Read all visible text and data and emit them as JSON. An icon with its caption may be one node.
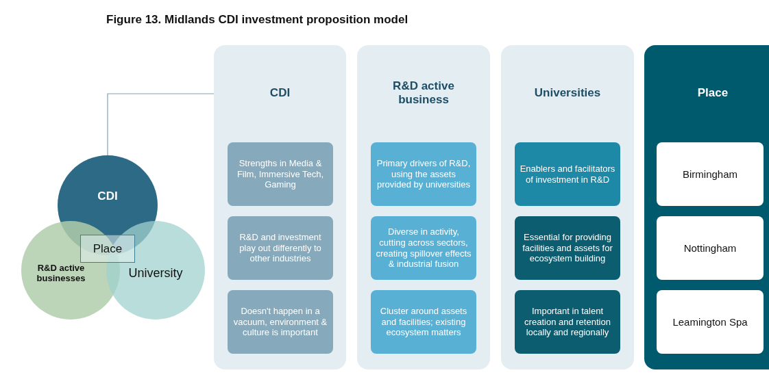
{
  "diagram": {
    "title": "Figure 13. Midlands CDI investment proposition model",
    "nodes": [
      {
        "text": [
          "CDI"
        ]
      },
      {
        "text": [
          "R&D active businesses"
        ]
      },
      {
        "text": [
          "University"
        ]
      },
      {
        "text": [
          "Place"
        ]
      },
      {
        "text": [
          "CDI"
        ]
      },
      {
        "text": [
          "Strengths in Media & Film, Immersive Tech, Gaming"
        ],
        "in": 4
      },
      {
        "text": [
          "R&D and investment play out differently to other industries"
        ],
        "in": 4
      },
      {
        "text": [
          "Doesn't happen in a vacuum, environment & culture is important"
        ],
        "in": 4
      },
      {
        "text": [
          "R&D active business"
        ]
      },
      {
        "text": [
          "Primary drivers of R&D, using the assets provided by universities"
        ],
        "in": 8
      },
      {
        "text": [
          "Diverse in activity, cutting across sectors, creating spillover effects & industrial fusion"
        ],
        "in": 8
      },
      {
        "text": [
          "Cluster around assets and facilities; existing ecosystem matters"
        ],
        "in": 8
      },
      {
        "text": [
          "Universities"
        ]
      },
      {
        "text": [
          "Enablers and facilitators of investment in R&D"
        ],
        "in": 12
      },
      {
        "text": [
          "Essential for providing facilities and assets for ecosystem building"
        ],
        "in": 12
      },
      {
        "text": [
          "Important in talent creation and retention locally and regionally"
        ],
        "in": 12
      },
      {
        "text": [
          "Place"
        ]
      },
      {
        "text": [
          "Birmingham"
        ],
        "in": 16
      },
      {
        "text": [
          "Nottingham"
        ],
        "in": 16
      },
      {
        "text": [
          "Leamington Spa"
        ],
        "in": 16
      }
    ],
    "edges": [
      {
        "from": 0,
        "to": 4,
        "arrow": "none"
      }
    ]
  }
}
